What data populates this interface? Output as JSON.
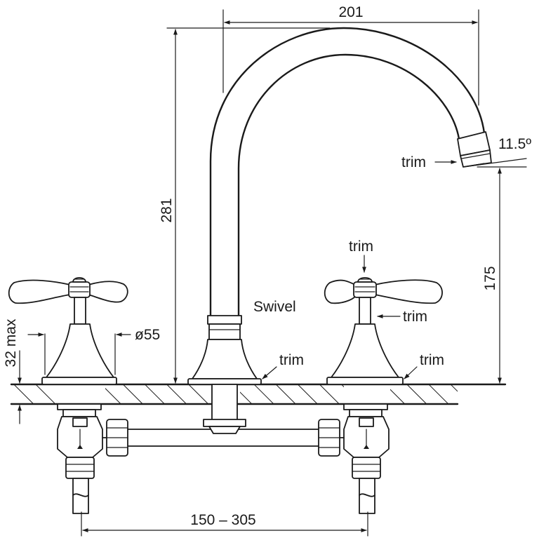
{
  "dimensions": {
    "spout_reach": "201",
    "overall_height": "281",
    "spout_height": "175",
    "spout_angle": "11.5º",
    "handle_diameter": "ø55",
    "max_deck_thickness": "32 max",
    "centres_range": "150 – 305"
  },
  "labels": {
    "trim_spout": "trim",
    "trim_handle_top": "trim",
    "trim_handle_stem": "trim",
    "trim_spout_base": "trim",
    "trim_right_base": "trim",
    "swivel": "Swivel"
  },
  "colors": {
    "line": "#1a1a1a",
    "background": "#ffffff"
  }
}
